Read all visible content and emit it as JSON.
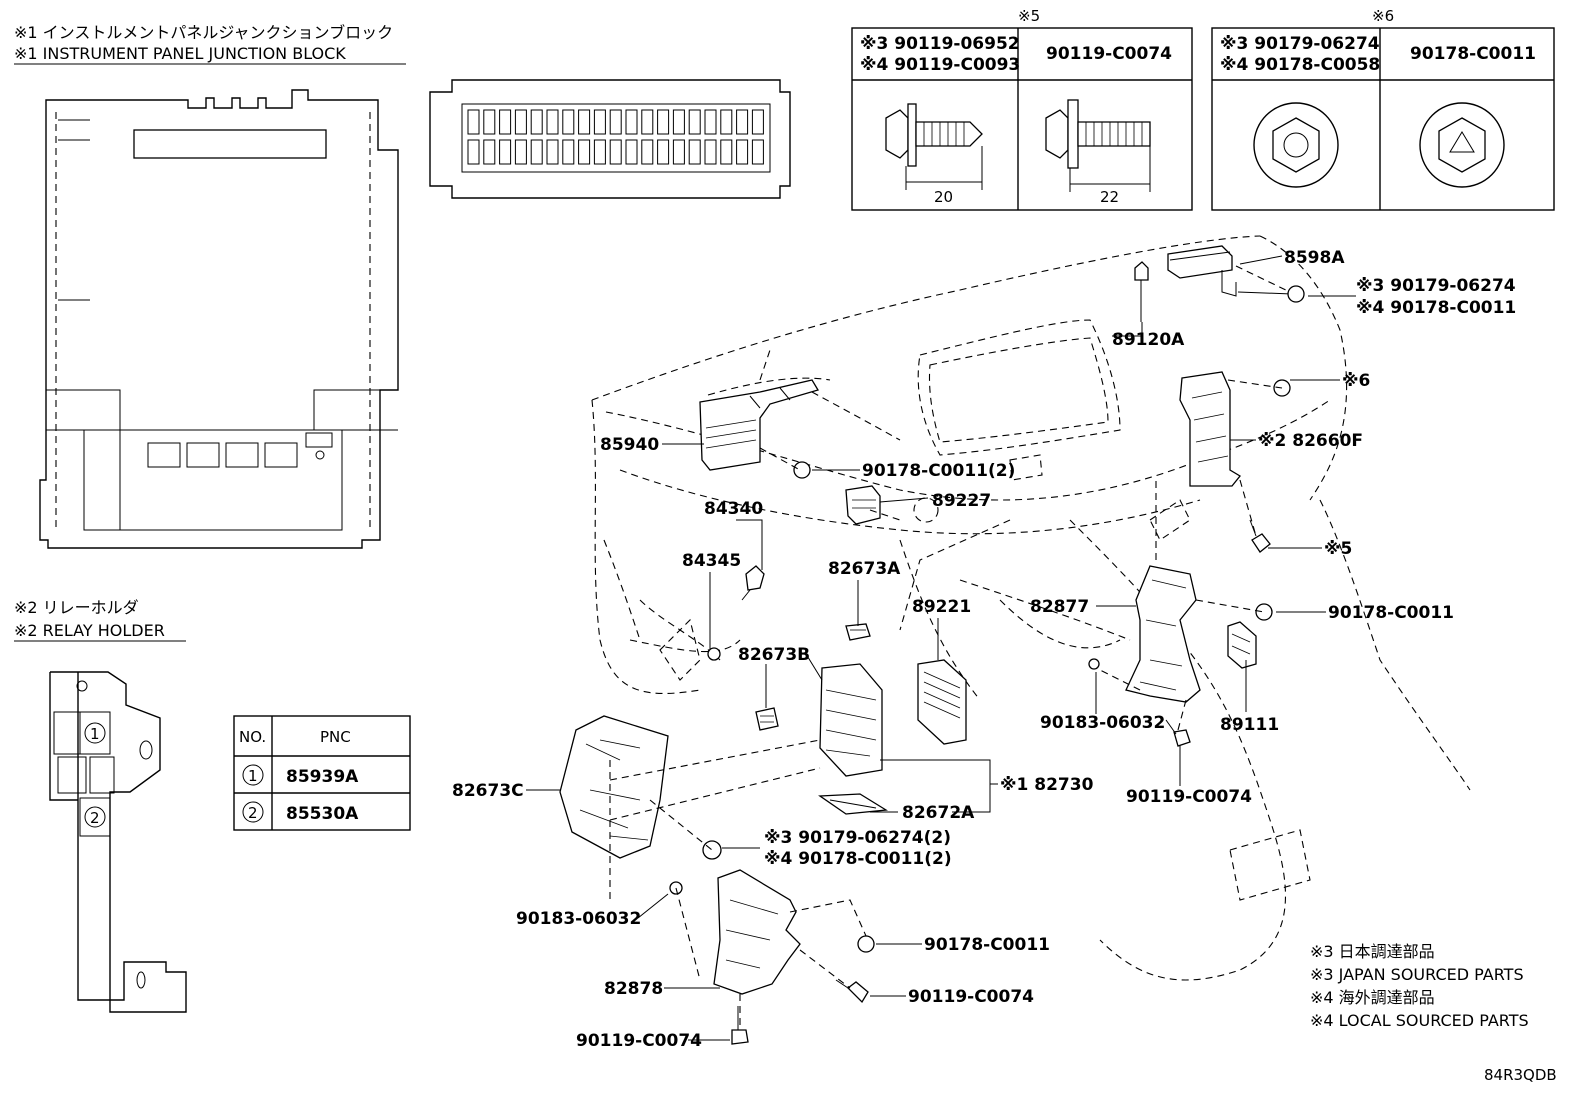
{
  "header": {
    "note1_jp": "※1 インストルメントパネルジャンクションブロック",
    "note1_en": "※1 INSTRUMENT PANEL JUNCTION BLOCK",
    "note2_jp": "※2 リレーホルダ",
    "note2_en": "※2 RELAY HOLDER"
  },
  "pnc_table": {
    "col_no": "NO.",
    "col_pnc": "PNC",
    "rows": [
      {
        "no": "1",
        "pnc": "85939A"
      },
      {
        "no": "2",
        "pnc": "85530A"
      }
    ]
  },
  "fastener_box5": {
    "mark": "※5",
    "left_line1": "※3 90119-06952",
    "left_line2": "※4 90119-C0093",
    "right": "90119-C0074",
    "dim_left": "20",
    "dim_right": "22"
  },
  "fastener_box6": {
    "mark": "※6",
    "left_line1": "※3 90179-06274",
    "left_line2": "※4 90178-C0058",
    "right": "90178-C0011"
  },
  "callouts": {
    "c8598A": "8598A",
    "c9017906274a": "※3 90179-06274",
    "c90178C0011a": "※4 90178-C0011",
    "c89120A": "89120A",
    "c6": "※6",
    "c82660F": "※2 82660F",
    "c5": "※5",
    "c85940": "85940",
    "c90178C0011_2": "90178-C0011(2)",
    "c89227": "89227",
    "c84340": "84340",
    "c84345": "84345",
    "c82673A": "82673A",
    "c89221": "89221",
    "c82877": "82877",
    "c90178C0011b": "90178-C0011",
    "c82673B": "82673B",
    "c9018306032a": "90183-06032",
    "c89111": "89111",
    "c90119C0074a": "90119-C0074",
    "c82673C": "82673C",
    "c82730": "※1 82730",
    "c82672A": "82672A",
    "c9017906274b": "※3 90179-06274(2)",
    "c90178C0011c": "※4 90178-C0011(2)",
    "c9018306032b": "90183-06032",
    "c90178C0011d": "90178-C0011",
    "c82878": "82878",
    "c90119C0074b": "90119-C0074",
    "c90119C0074c": "90119-C0074"
  },
  "legend": {
    "l1": "※3 日本調達部品",
    "l2": "※3 JAPAN SOURCED PARTS",
    "l3": "※4 海外調達部品",
    "l4": "※4 LOCAL SOURCED PARTS"
  },
  "diagram_code": "84R3QDB"
}
